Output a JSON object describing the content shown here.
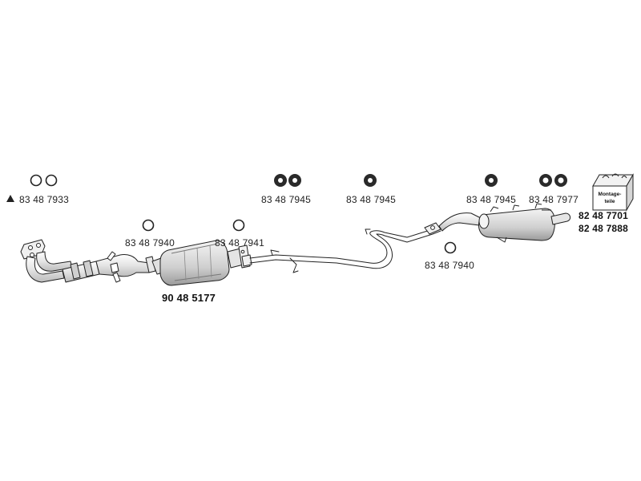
{
  "parts": {
    "gasket_front": "83 48 7933",
    "rubber_hanger_1": "83 48 7945",
    "rubber_hanger_2": "83 48 7945",
    "rubber_hanger_3": "83 48 7945",
    "rubber_hanger_4": "83 48 7977",
    "mounting_kit_1": "82 48 7701",
    "mounting_kit_2": "82 48 7888",
    "gasket_cat_inlet": "83 48 7940",
    "gasket_cat_outlet": "83 48 7941",
    "gasket_rear": "83 48 7940",
    "catalytic_converter": "90 48 5177"
  },
  "kit_box": {
    "line1": "Montage-",
    "line2": "teile"
  },
  "colors": {
    "ink": "#222222",
    "rubber": "#2a2a2a",
    "metal_light": "#e6e6e6",
    "metal_mid": "#bdbdbd"
  }
}
